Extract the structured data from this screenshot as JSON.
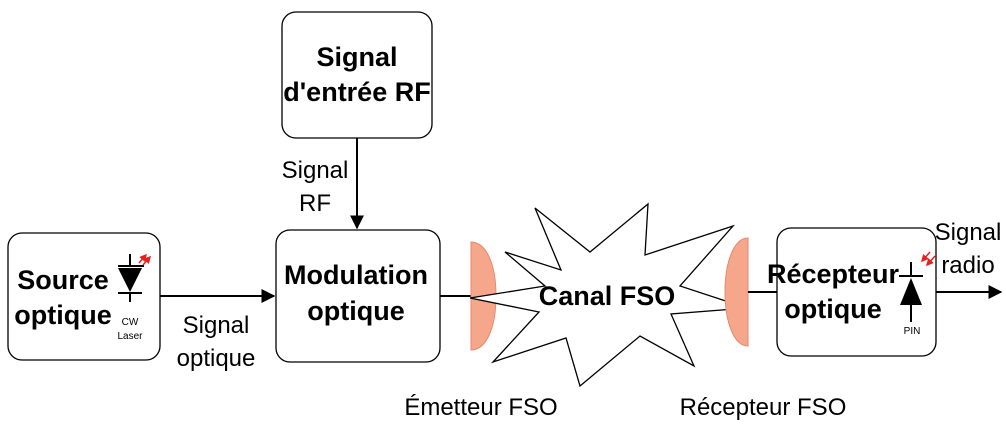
{
  "blocks": {
    "rf_input": [
      "Signal",
      "d'entrée RF"
    ],
    "source": [
      "Source",
      "optique"
    ],
    "modulation": [
      "Modulation",
      "optique"
    ],
    "channel": "Canal FSO",
    "receiver": [
      "Récepteur",
      "optique"
    ]
  },
  "labels": {
    "signal_rf": [
      "Signal",
      "RF"
    ],
    "signal_optique": [
      "Signal",
      "optique"
    ],
    "signal_radio": [
      "Signal",
      "radio"
    ],
    "emitter": "Émetteur FSO",
    "receptor": "Récepteur FSO"
  },
  "symbols": {
    "laser": [
      "CW",
      "Laser"
    ],
    "pin": "PIN"
  },
  "colors": {
    "lens": "#f5a68b",
    "lens_edge": "#e58a6d",
    "ray": "#e82020"
  }
}
